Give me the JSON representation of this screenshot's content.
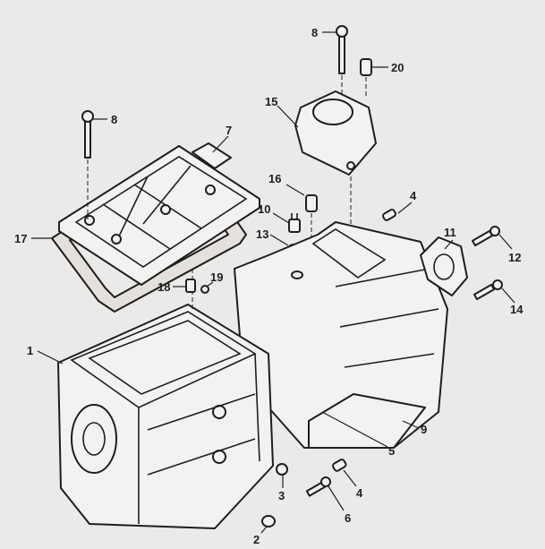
{
  "figure": {
    "title": "Transmission case exploded view",
    "callouts": [
      "8",
      "20",
      "15",
      "8",
      "7",
      "16",
      "10",
      "13",
      "4",
      "11",
      "12",
      "17",
      "18",
      "19",
      "14",
      "1",
      "9",
      "5",
      "4",
      "3",
      "6",
      "2"
    ]
  }
}
